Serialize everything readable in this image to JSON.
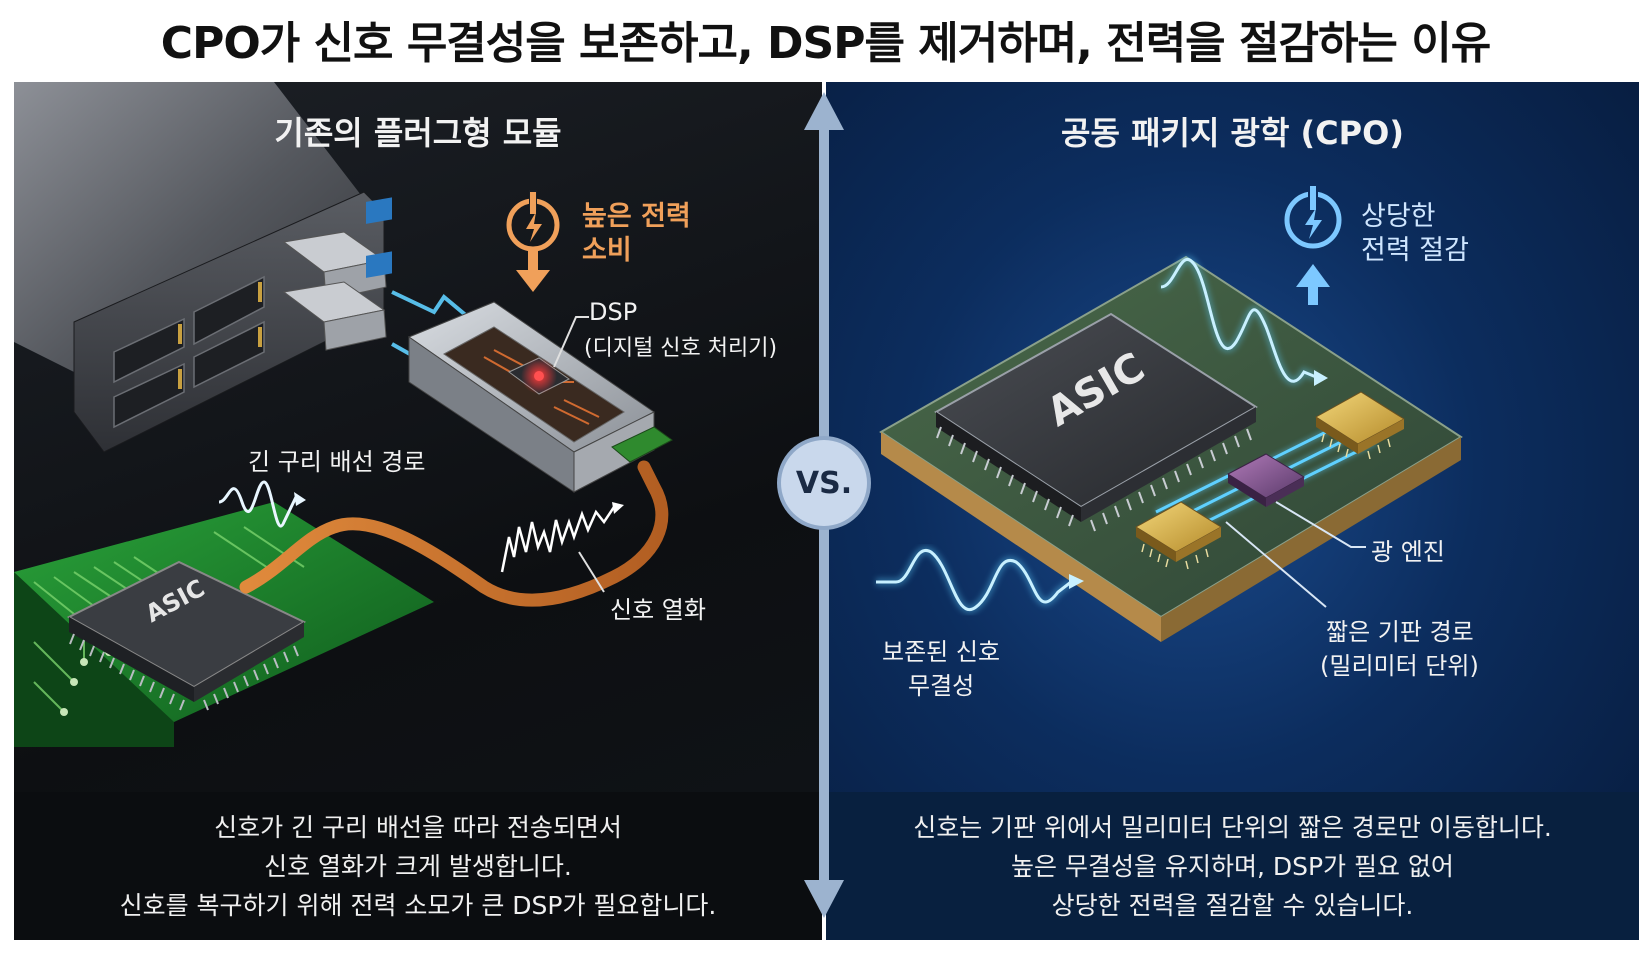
{
  "title": "CPO가 신호 무결성을 보존하고, DSP를 제거하며, 전력을 절감하는 이유",
  "left": {
    "heading": "기존의 플러그형 모듈",
    "power_line1": "높은 전력",
    "power_line2": "소비",
    "dsp_label": "DSP",
    "dsp_sub": "(디지털 신호 처리기)",
    "copper_label": "긴 구리 배선 경로",
    "degrade_label": "신호 열화",
    "asic_label": "ASIC",
    "caption": [
      "신호가 긴 구리 배선을 따라 전송되면서",
      "신호 열화가 크게 발생합니다.",
      "신호를 복구하기 위해 전력 소모가 큰 DSP가 필요합니다."
    ]
  },
  "vs_label": "VS.",
  "right": {
    "heading": "공동 패키지 광학 (CPO)",
    "power_line1": "상당한",
    "power_line2": "전력 절감",
    "asic_label": "ASIC",
    "optical_label": "광 엔진",
    "substrate_line1": "짧은 기판 경로",
    "substrate_line2": "(밀리미터 단위)",
    "integrity_line1": "보존된 신호",
    "integrity_line2": "무결성",
    "caption": [
      "신호는 기판 위에서 밀리미터 단위의 짧은 경로만 이동합니다.",
      "높은 무결성을 유지하며, DSP가 필요 없어",
      "상당한 전력을 절감할 수 있습니다."
    ]
  },
  "colors": {
    "accent_orange": "#f0a05a",
    "signal_blue": "#5fd0ff",
    "pcb_green": "#1f8a2e",
    "copper": "#d2782e",
    "chip_dark": "#2a2c30",
    "gold": "#d9b44a"
  }
}
